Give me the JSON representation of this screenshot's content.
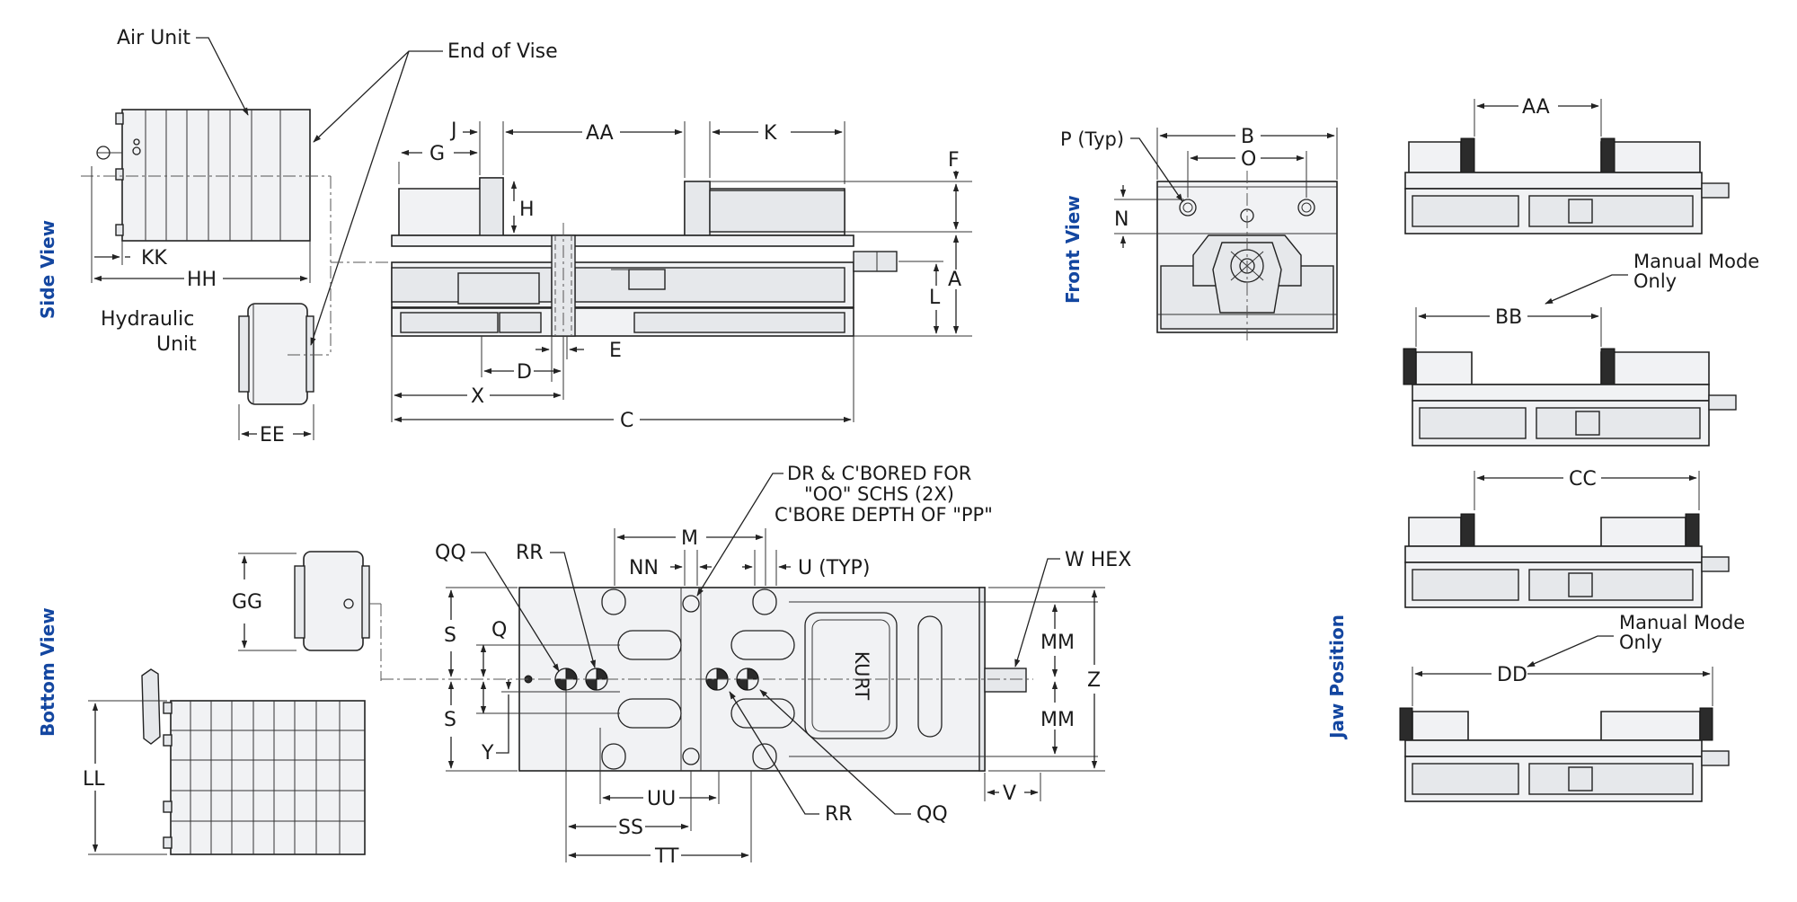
{
  "view_titles": {
    "side": "Side View",
    "front": "Front View",
    "bottom": "Bottom View",
    "jaw": "Jaw Position"
  },
  "callouts": {
    "air_unit": "Air Unit",
    "end_of_vise": "End of Vise",
    "hydraulic_line1": "Hydraulic",
    "hydraulic_line2": "Unit",
    "drill_note_line1": "DR & C'BORED FOR",
    "drill_note_line2": "\"OO\" SCHS (2X)",
    "drill_note_line3": "C'BORE DEPTH OF \"PP\"",
    "w_hex": "W HEX",
    "u_typ": "U (TYP)",
    "p_typ": "P (Typ)",
    "manual_mode_1_line1": "Manual Mode",
    "manual_mode_1_line2": "Only",
    "manual_mode_2_line1": "Manual Mode",
    "manual_mode_2_line2": "Only",
    "nameplate": "KURT"
  },
  "dimensions": {
    "KK": "KK",
    "HH": "HH",
    "EE": "EE",
    "GG": "GG",
    "LL": "LL",
    "G": "G",
    "J": "J",
    "AA_side": "AA",
    "K": "K",
    "F": "F",
    "H": "H",
    "A": "A",
    "L": "L",
    "D": "D",
    "E": "E",
    "X": "X",
    "C": "C",
    "B": "B",
    "O": "O",
    "N": "N",
    "M": "M",
    "NN": "NN",
    "QQ_top": "QQ",
    "RR_top": "RR",
    "S_top": "S",
    "Q": "Q",
    "S_bottom": "S",
    "Y": "Y",
    "UU": "UU",
    "SS": "SS",
    "TT": "TT",
    "RR_bottom": "RR",
    "QQ_bottom": "QQ",
    "MM_top": "MM",
    "MM_bottom": "MM",
    "Z": "Z",
    "V": "V",
    "AA_jaw": "AA",
    "BB": "BB",
    "CC": "CC",
    "DD": "DD"
  }
}
